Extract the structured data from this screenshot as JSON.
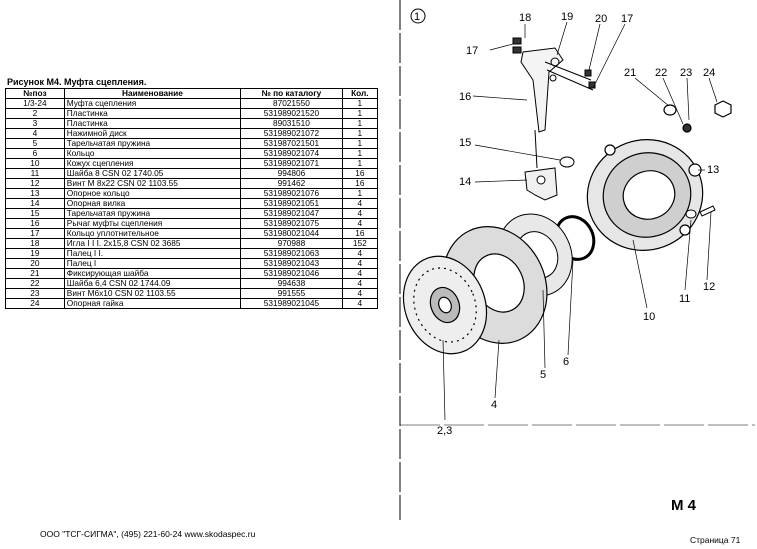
{
  "figure_title": "Рисунок М4.   Муфта сцепления.",
  "table": {
    "headers": [
      "№поз",
      "Наименование",
      "№ по каталогу",
      "Кол."
    ],
    "rows": [
      [
        "1/3-24",
        "Муфта сцепления",
        "87021550",
        "1"
      ],
      [
        "2",
        "Пластинка",
        "531989021520",
        "1"
      ],
      [
        "3",
        "Пластинка",
        "89031510",
        "1"
      ],
      [
        "4",
        "Нажимной диск",
        "531989021072",
        "1"
      ],
      [
        "5",
        "Тарельчатая пружина",
        "531987021501",
        "1"
      ],
      [
        "6",
        "Кольцо",
        "531989021074",
        "1"
      ],
      [
        "10",
        "Кожух сцепления",
        "531989021071",
        "1"
      ],
      [
        "11",
        "Шайба 8 CSN  02  1740.05",
        "994806",
        "16"
      ],
      [
        "12",
        "Винт М 8х22 CSN  02  1103.55",
        "991462",
        "16"
      ],
      [
        "13",
        "Опорное кольцо",
        "531989021076",
        "1"
      ],
      [
        "14",
        "Опорная вилка",
        "531989021051",
        "4"
      ],
      [
        "15",
        "Тарельчатая пружина",
        "531989021047",
        "4"
      ],
      [
        "16",
        "Рычаг муфты сцепления",
        "531989021075",
        "4"
      ],
      [
        "17",
        "Кольцо уплотнительное",
        "531980021044",
        "16"
      ],
      [
        "18",
        "Игла I I I.  2х15,8 CSN  02  3685",
        "970988",
        "152"
      ],
      [
        "19",
        "Палец I I.",
        "531989021063",
        "4"
      ],
      [
        "20",
        "Палец  I",
        "531989021043",
        "4"
      ],
      [
        "21",
        "Фиксирующая шайба",
        "531989021046",
        "4"
      ],
      [
        "22",
        "Шайба  6,4 CSN  02  1744.09",
        "994638",
        "4"
      ],
      [
        "23",
        "Винт М6х10 CSN  02  1103.55",
        "991555",
        "4"
      ],
      [
        "24",
        "Опорная гайка",
        "531989021045",
        "4"
      ]
    ]
  },
  "drawing": {
    "circle_label": "1",
    "part_labels": [
      "18",
      "19",
      "20",
      "17",
      "17",
      "16",
      "21",
      "22",
      "23",
      "24",
      "15",
      "13",
      "14",
      "11",
      "12",
      "10",
      "6",
      "5",
      "4",
      "2,3"
    ],
    "figure_code": "М 4"
  },
  "footer": {
    "company": "ООО \"ТСГ-СИГМА\", (495) 221-60-24 www.skodaspec.ru",
    "page": "Страница 71"
  }
}
